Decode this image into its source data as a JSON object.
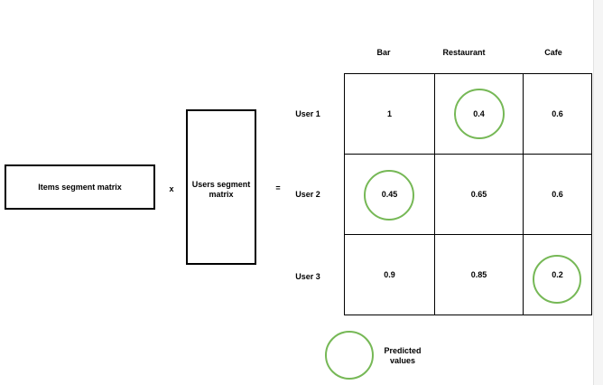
{
  "columns": [
    "Bar",
    "Restaurant",
    "Cafe"
  ],
  "rows": [
    {
      "label": "User 1",
      "values": [
        "1",
        "0.4",
        "0.6"
      ]
    },
    {
      "label": "User 2",
      "values": [
        "0.45",
        "0.65",
        "0.6"
      ]
    },
    {
      "label": "User 3",
      "values": [
        "0.9",
        "0.85",
        "0.2"
      ]
    }
  ],
  "predicted_cells": [
    {
      "row": 1,
      "col": 2
    },
    {
      "row": 2,
      "col": 1
    },
    {
      "row": 3,
      "col": 3
    }
  ],
  "items_box": "Items segment matrix",
  "users_box": "Users segment matrix",
  "times_symbol": "x",
  "equals_symbol": "=",
  "legend_label": "Predicted values",
  "highlight_color": "#76b856"
}
